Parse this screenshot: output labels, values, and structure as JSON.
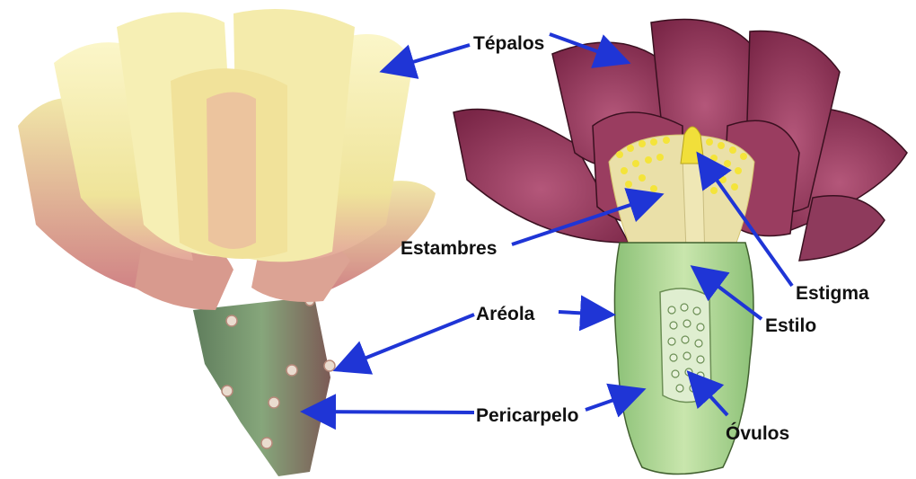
{
  "labels": {
    "tepalos": "Tépalos",
    "estambres": "Estambres",
    "areola": "Aréola",
    "pericarpelo": "Pericarpelo",
    "estigma": "Estigma",
    "estilo": "Estilo",
    "ovulos": "Óvulos"
  },
  "colors": {
    "arrow": "#1f35d6",
    "tepal_yellow": "#f3eda0",
    "tepal_pink": "#d98a8a",
    "tepal_magenta": "#8e2f52",
    "pericarpel_green": "#7e9c74",
    "section_green": "#a6cf8a",
    "stamen_yellow": "#f4e43a"
  }
}
